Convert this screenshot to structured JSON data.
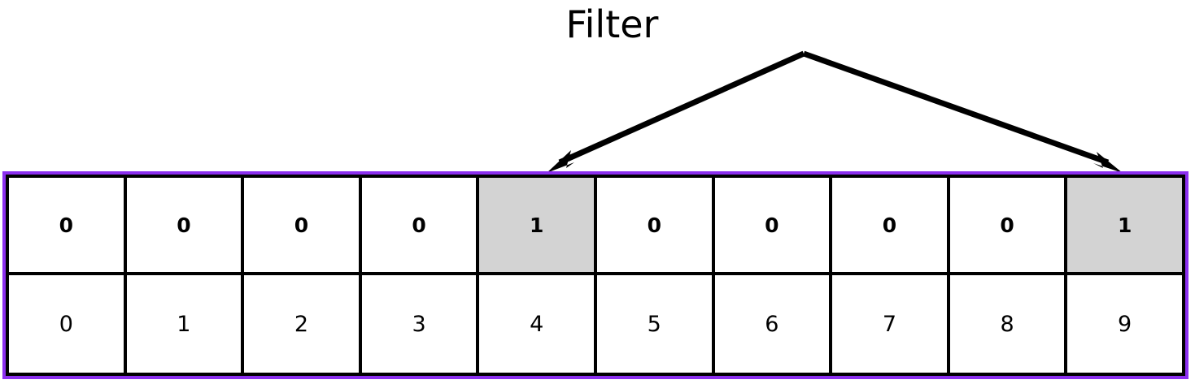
{
  "annotation": {
    "label": "Filter",
    "arrow_icon_left": "arrow-down-left-icon",
    "arrow_icon_right": "arrow-down-right-icon",
    "arrow_color": "#000000"
  },
  "colors": {
    "outer_border": "#8b2fef",
    "cell_border": "#000000",
    "cell_background": "#ffffff",
    "highlight_background": "#d3d3d3",
    "text": "#000000"
  },
  "table": {
    "columns": 10,
    "rows": [
      {
        "name": "filter-bits",
        "cells": [
          "0",
          "0",
          "0",
          "0",
          "1",
          "0",
          "0",
          "0",
          "0",
          "1"
        ]
      },
      {
        "name": "bit-indices",
        "cells": [
          "0",
          "1",
          "2",
          "3",
          "4",
          "5",
          "6",
          "7",
          "8",
          "9"
        ]
      }
    ],
    "highlighted_indices": [
      4,
      9
    ]
  }
}
